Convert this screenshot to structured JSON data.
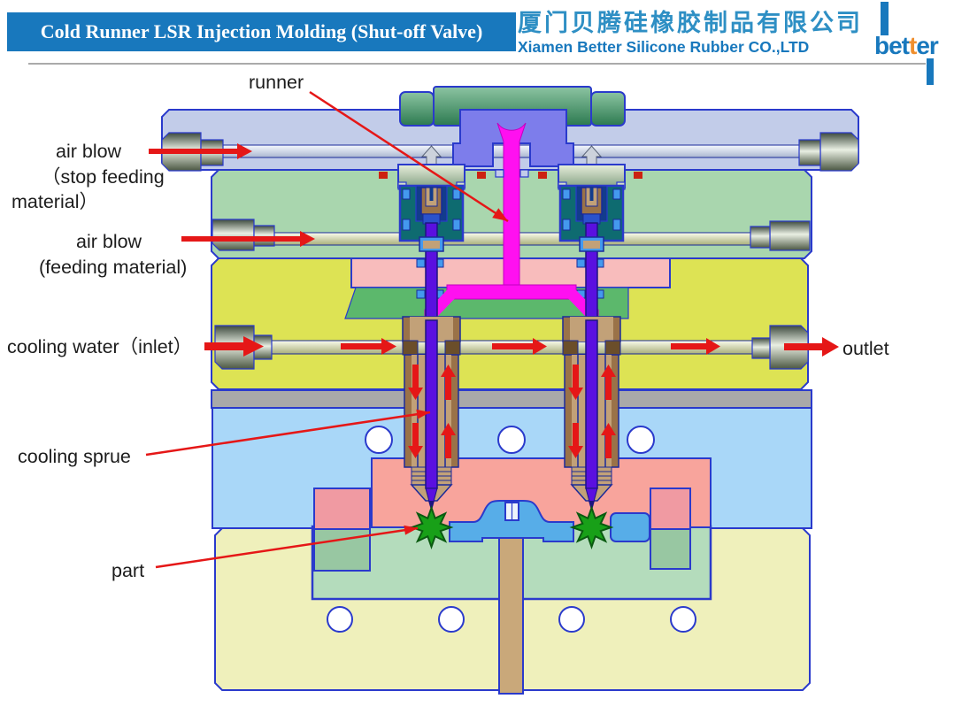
{
  "header": {
    "title": "Cold Runner LSR Injection Molding (Shut-off Valve)",
    "company_cn": "厦门贝腾硅橡胶制品有限公司",
    "company_en": "Xiamen Better Silicone Rubber CO.,LTD",
    "logo": {
      "pre": "bet",
      "mid": "t",
      "post": "er"
    }
  },
  "diagram": {
    "labels": {
      "runner": "runner",
      "air_blow_stop": "air blow",
      "air_blow_stop_line2": "（stop feeding",
      "air_blow_stop_line3": "material）",
      "air_blow_feed": "air blow",
      "air_blow_feed_line2": "(feeding material)",
      "cooling_water_inlet": "cooling water（inlet）",
      "outlet": "outlet",
      "cooling_sprue": "cooling sprue",
      "part": "part"
    }
  },
  "colors": {
    "banner_blue": "#1878bd",
    "company_cn": "#2e8fc4",
    "company_en": "#1878bd",
    "logo_orange": "#ef8f2f",
    "divider": "#aaaaaa",
    "label_text": "#1c1c1c",
    "outline": "#2a3acc",
    "outline_dark": "#1a2a99",
    "plate_top": "#c2cce9",
    "plate_green": "#a9d6ae",
    "plate_yellow": "#dde354",
    "plate_pink": "#f8bcbc",
    "manifold_green": "#5cb86c",
    "plate_gray": "#a9a9a9",
    "plate_blue": "#a9d7f8",
    "plate_salmon": "#f8a49c",
    "plate_bottom_green": "#b4dcbc",
    "plate_cream": "#eff0bb",
    "sprue_purple": "#7d7deb",
    "runner_magenta": "#ff10f0",
    "pin_purple": "#5a10e0",
    "valve_teal": "#0e6b70",
    "housing_brown": "#9a7248",
    "housing_tan": "#c2a178",
    "part_green": "#18a018",
    "core_blue": "#57ade8",
    "column_tan": "#c9a87a",
    "guide_pink": "#f09aa2",
    "guide_green": "#98c7a2",
    "ring_green": "#4e9a72",
    "arrow_red": "#e51717",
    "bolt_blue": "#4499ee",
    "seal_red": "#cc2211"
  }
}
